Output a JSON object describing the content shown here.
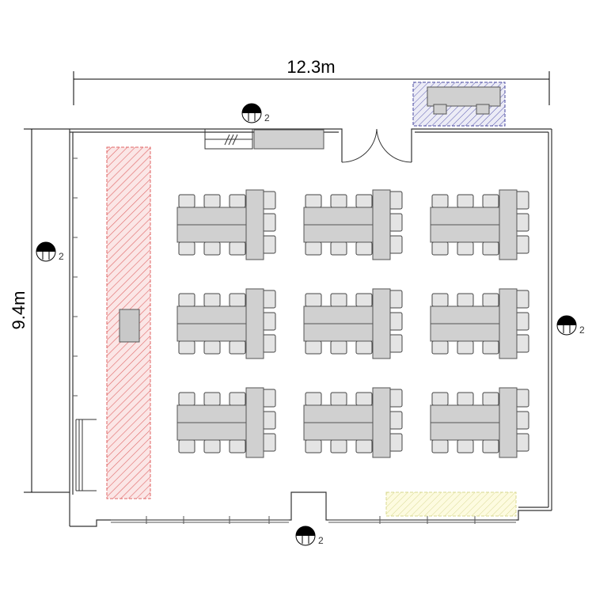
{
  "dimensions": {
    "width_label": "12.3m",
    "height_label": "9.4m"
  },
  "outlets": {
    "count_label": "2",
    "icon": "wall-outlet-icon"
  },
  "layout": {
    "table_group_rows": 3,
    "table_group_cols": 3,
    "chairs_per_long_side": 3,
    "chairs_on_head_side": 3
  },
  "colors": {
    "wall": "#333333",
    "table_fill": "#d0d0d0",
    "table_stroke": "#555555",
    "stage_hatch": "#e06666",
    "storage_hatch": "#4a4aa0",
    "counter_hatch": "#d8d890"
  }
}
